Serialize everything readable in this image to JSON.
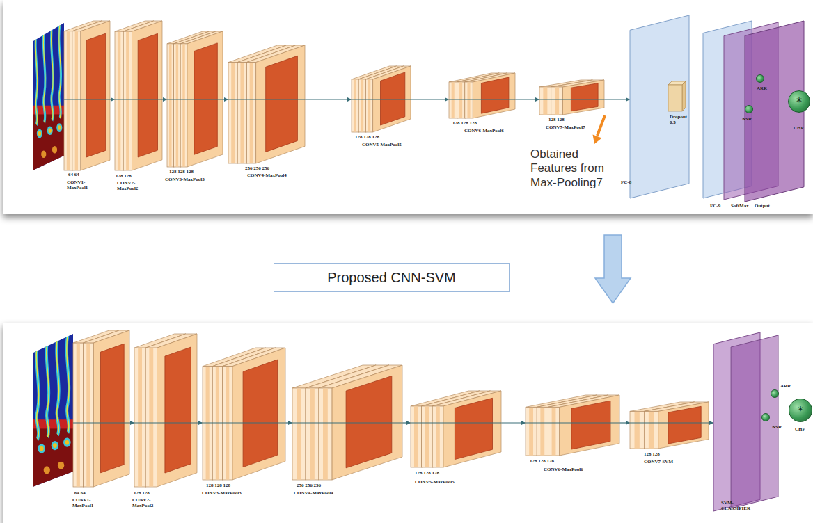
{
  "diagram": {
    "nodes": [
      {
        "text": [
          "64 64",
          "CONV1- MaxPool1"
        ]
      },
      {
        "text": [
          "128 128",
          "CONV2- MaxPool2"
        ]
      },
      {
        "text": [
          "128 128 128",
          "CONV3-MaxPool3"
        ]
      },
      {
        "text": [
          "256 256 256",
          "CONV4-MaxPool4"
        ]
      },
      {
        "text": [
          "128 128 128",
          "CONV5-MaxPool5"
        ]
      },
      {
        "text": [
          "128 128 128",
          "CONV6-MaxPool6"
        ]
      },
      {
        "text": [
          "128 128",
          "CONV7-MaxPool7"
        ]
      },
      {
        "text": [
          "FC-8"
        ]
      },
      {
        "text": [
          "Dropout 0.5"
        ],
        "in": 7
      },
      {
        "text": [
          "FC-9"
        ]
      },
      {
        "text": [
          "SoftMax"
        ]
      },
      {
        "text": [
          "Output"
        ]
      },
      {
        "text": [
          "ARR"
        ]
      },
      {
        "text": [
          "NSR"
        ]
      },
      {
        "text": [
          "*",
          "CHF"
        ]
      },
      {
        "text": [
          "Proposed CNN-SVM"
        ]
      },
      {
        "text": [
          "64 64",
          "CONV1- MaxPool1"
        ]
      },
      {
        "text": [
          "128 128",
          "CONV2- MaxPool2"
        ]
      },
      {
        "text": [
          "128 128 128",
          "CONV3-MaxPool3"
        ]
      },
      {
        "text": [
          "256 256 256",
          "CONV4-MaxPool4"
        ]
      },
      {
        "text": [
          "128 128 128",
          "CONV5-MaxPool5"
        ]
      },
      {
        "text": [
          "128 128 128",
          "CONV6-MaxPool6"
        ]
      },
      {
        "text": [
          "128 128",
          "CONV7-SVM"
        ]
      },
      {
        "text": [
          "SVM- CLASSIFIER"
        ]
      },
      {
        "text": [
          "ARR"
        ]
      },
      {
        "text": [
          "NSR"
        ]
      },
      {
        "text": [
          "*",
          "CHF"
        ]
      }
    ],
    "edges": [
      {
        "from": 0,
        "to": 1,
        "arrow": "to"
      },
      {
        "from": 1,
        "to": 2,
        "arrow": "to"
      },
      {
        "from": 2,
        "to": 3,
        "arrow": "to"
      },
      {
        "from": 3,
        "to": 4,
        "arrow": "to"
      },
      {
        "from": 4,
        "to": 5,
        "arrow": "to"
      },
      {
        "from": 5,
        "to": 6,
        "arrow": "to"
      },
      {
        "from": 6,
        "to": 7,
        "arrow": "to"
      },
      {
        "from": 16,
        "to": 17,
        "arrow": "to"
      },
      {
        "from": 17,
        "to": 18,
        "arrow": "to"
      },
      {
        "from": 18,
        "to": 19,
        "arrow": "to"
      },
      {
        "from": 19,
        "to": 20,
        "arrow": "to"
      },
      {
        "from": 20,
        "to": 21,
        "arrow": "to"
      },
      {
        "from": 21,
        "to": 22,
        "arrow": "to"
      },
      {
        "from": 22,
        "to": 23,
        "arrow": "to"
      }
    ],
    "labels": [
      "Obtained Features from Max-Pooling7"
    ]
  }
}
